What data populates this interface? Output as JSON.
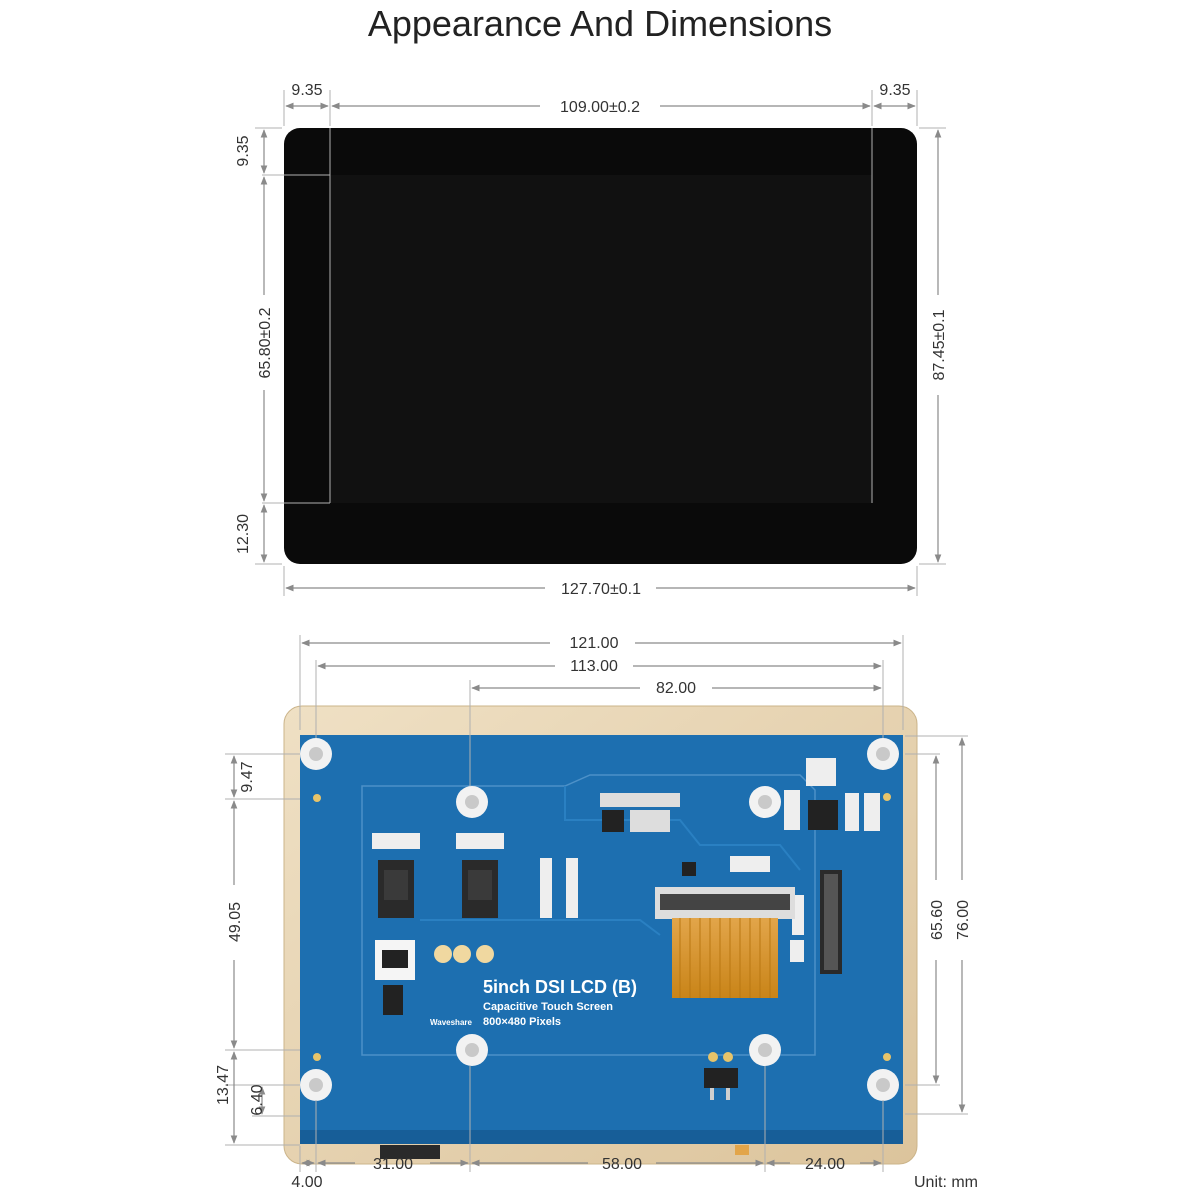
{
  "title": "Appearance And Dimensions",
  "unit_label": "Unit: mm",
  "front_view": {
    "dims": {
      "border_left": "9.35",
      "active_width": "109.00±0.2",
      "border_right": "9.35",
      "border_top": "9.35",
      "active_height": "65.80±0.2",
      "border_bottom": "12.30",
      "total_height": "87.45±0.1",
      "total_width": "127.70±0.1"
    }
  },
  "back_view": {
    "dims": {
      "width_121": "121.00",
      "width_113": "113.00",
      "width_82": "82.00",
      "left_9_47": "9.47",
      "left_49_05": "49.05",
      "left_13_47": "13.47",
      "left_6_40": "6.40",
      "right_65_60": "65.60",
      "right_76_00": "76.00",
      "bottom_4_00": "4.00",
      "bottom_31_00": "31.00",
      "bottom_58_00": "58.00",
      "bottom_24_00": "24.00"
    },
    "pcb_labels": {
      "product": "5inch DSI LCD (B)",
      "line2": "Capacitive Touch Screen",
      "line3": "800×480 Pixels",
      "brand": "Waveshare"
    }
  },
  "colors": {
    "screen": "#0a0a0a",
    "pcb": "#1d6fb0",
    "case": "#e6d3b2",
    "fpc": "#d99a2b"
  }
}
